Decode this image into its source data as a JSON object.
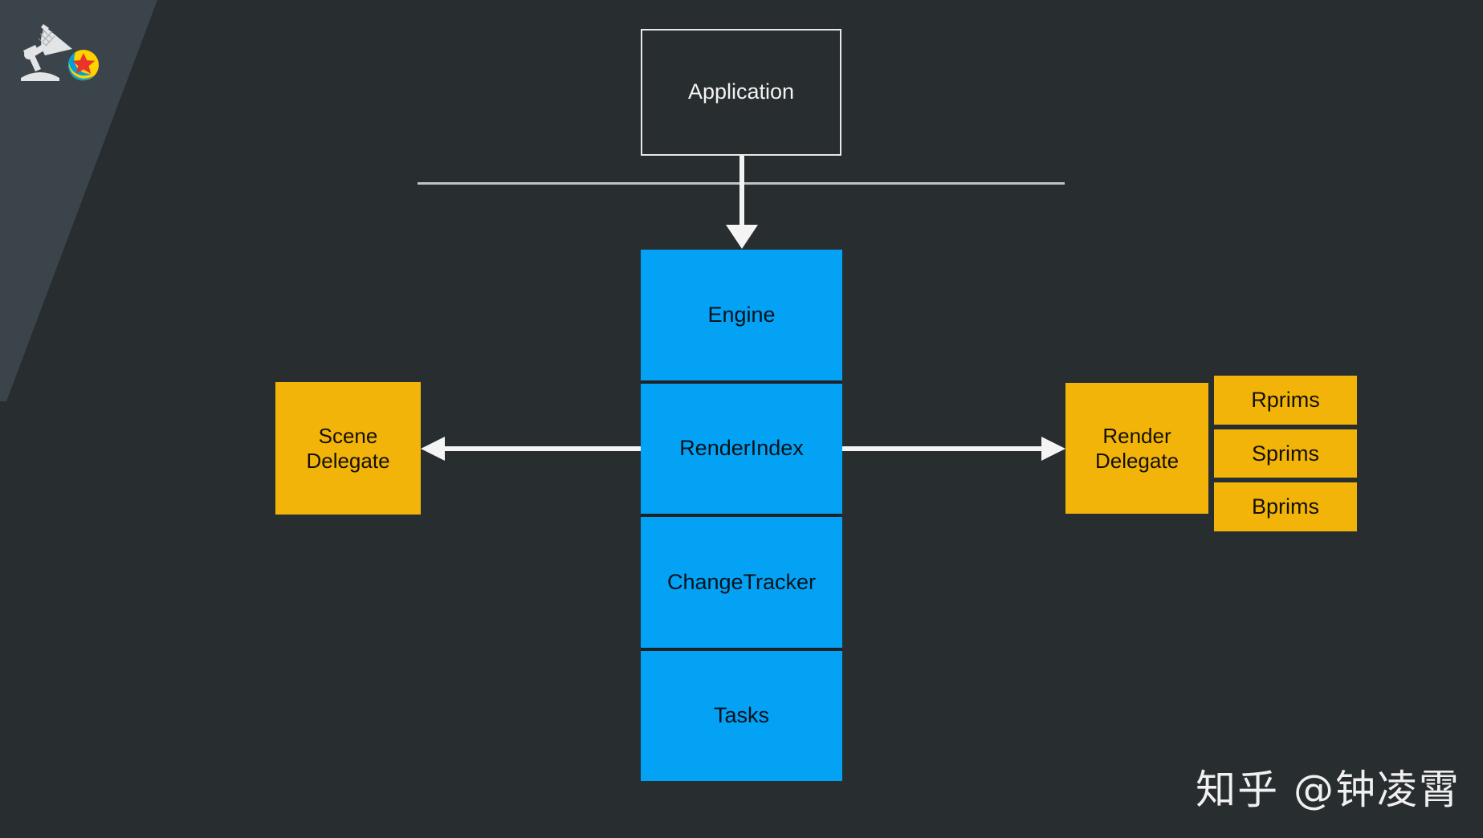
{
  "canvas": {
    "background_color": "#282d30",
    "corner_panel_color": "#3c444b"
  },
  "logo": {
    "name": "pixar-lamp-and-ball-logo",
    "lamp_color": "#e2e4e6",
    "ball_colors": {
      "yellow": "#ffd200",
      "blue": "#00a0dd",
      "red": "#e8342a",
      "green": "#6cc24a"
    }
  },
  "nodes": {
    "application": {
      "label": "Application",
      "style": "outlined",
      "border_color": "#e8e8e8",
      "text_color": "#f2f2f2"
    },
    "engine_stack": {
      "fill_color": "#03a2f4",
      "text_color": "#05121b",
      "cells": [
        {
          "label": "Engine"
        },
        {
          "label": "RenderIndex"
        },
        {
          "label": "ChangeTracker"
        },
        {
          "label": "Tasks"
        }
      ]
    },
    "scene_delegate": {
      "label": "Scene\nDelegate",
      "line1": "Scene",
      "line2": "Delegate",
      "fill_color": "#f3b409",
      "text_color": "#131008"
    },
    "render_delegate": {
      "label": "Render\nDelegate",
      "line1": "Render",
      "line2": "Delegate",
      "fill_color": "#f3b409",
      "text_color": "#131008"
    },
    "prim_stack": {
      "fill_color": "#f3b409",
      "text_color": "#131008",
      "cells": [
        {
          "label": "Rprims"
        },
        {
          "label": "Sprims"
        },
        {
          "label": "Bprims"
        }
      ]
    }
  },
  "connectors": {
    "separator_line": {
      "name": "horizontal-separator",
      "color": "#bfc4c7"
    },
    "app_to_engine": {
      "name": "arrow-application-to-engine",
      "direction": "down",
      "color": "#f4f4f4"
    },
    "index_to_scene": {
      "name": "arrow-renderindex-to-scene-delegate",
      "direction": "left",
      "color": "#f4f4f4"
    },
    "index_to_render": {
      "name": "arrow-renderindex-to-render-delegate",
      "direction": "right",
      "color": "#f4f4f4"
    }
  },
  "watermark": {
    "text": "知乎 @钟凌霄",
    "color": "#f0f0f0"
  }
}
